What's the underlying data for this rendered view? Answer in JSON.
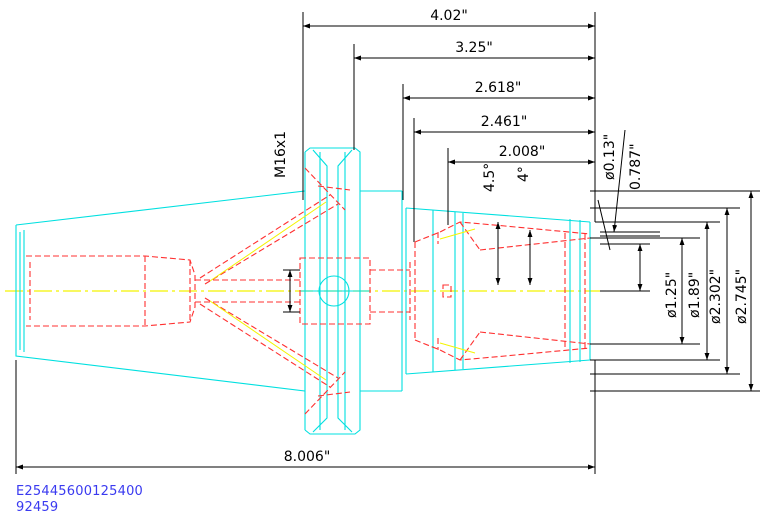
{
  "colors": {
    "outline": "#00e0e0",
    "hidden": "#ff3030",
    "centerline": "#f4f400",
    "dimension": "#000000",
    "part_text": "#3a3af0",
    "background": "#ffffff"
  },
  "dimensions": {
    "length_402": "4.02\"",
    "length_325": "3.25\"",
    "length_2618": "2.618\"",
    "length_2461": "2.461\"",
    "length_2008": "2.008\"",
    "overall_length": "8.006\"",
    "dia_013": "ø0.13\"",
    "len_0787": "0.787\"",
    "dia_125": "ø1.25\"",
    "dia_189": "ø1.89\"",
    "dia_2302": "ø2.302\"",
    "dia_2745": "ø2.745\"",
    "angle_45": "4.5°",
    "angle_4": "4°",
    "thread": "M16x1"
  },
  "part_number": "E25445600125400",
  "part_code": "92459"
}
